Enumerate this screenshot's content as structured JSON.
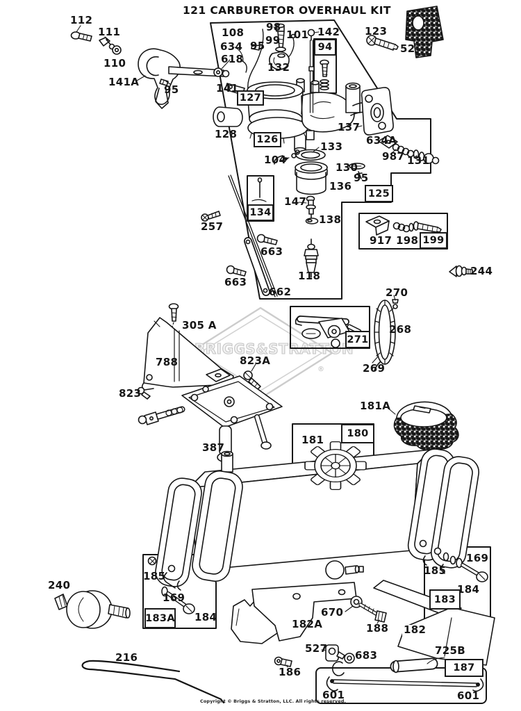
{
  "title": "121 CARBURETOR OVERHAUL KIT",
  "watermark": {
    "brand": "BRIGGS&STRATTON",
    "registered": "®"
  },
  "copyright": "Copyright © Briggs & Stratton, LLC. All rights reserved.",
  "labels": {
    "n112": "112",
    "n111": "111",
    "n110": "110",
    "n141A": "141A",
    "n95a": "95",
    "n108": "108",
    "n634": "634",
    "n618": "618",
    "n141": "141",
    "n127": "127",
    "n128": "128",
    "n126": "126",
    "n98": "98",
    "n99": "99",
    "n95b": "95",
    "n101": "101",
    "n142": "142",
    "n94": "94",
    "n132": "132",
    "n123": "123",
    "n52": "52",
    "n137": "137",
    "n133": "133",
    "n104": "104",
    "n130": "130",
    "n95c": "95",
    "n136": "136",
    "n634A": "634A",
    "n987": "987",
    "n131": "131",
    "n125": "125",
    "n134": "134",
    "n147": "147",
    "n138": "138",
    "n257": "257",
    "n663a": "663",
    "n663b": "663",
    "n662": "662",
    "n118": "118",
    "n917": "917",
    "n198": "198",
    "n199": "199",
    "n244": "244",
    "n270": "270",
    "n268": "268",
    "n269": "269",
    "n271": "271",
    "n305A": "305 A",
    "n788": "788",
    "n823A": "823A",
    "n823": "823",
    "n387": "387",
    "n181A": "181A",
    "n180": "180",
    "n181": "181",
    "n185a": "185",
    "n169a": "169",
    "n184a": "184",
    "n183A": "183A",
    "n185b": "185",
    "n169b": "169",
    "n184b": "184",
    "n183": "183",
    "n182A": "182A",
    "n670": "670",
    "n188": "188",
    "n182": "182",
    "n240": "240",
    "n216": "216",
    "n186": "186",
    "n527": "527",
    "n683": "683",
    "n725B": "725B",
    "n187": "187",
    "n601a": "601",
    "n601b": "601"
  }
}
